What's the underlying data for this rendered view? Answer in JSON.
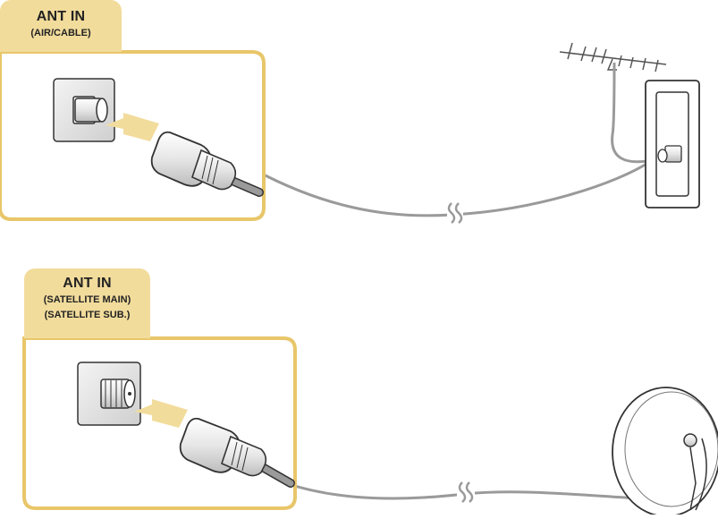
{
  "panel_top": {
    "title": "ANT IN",
    "subtitle_lines": [
      "(AIR/CABLE)"
    ]
  },
  "panel_bottom": {
    "title": "ANT IN",
    "subtitle_lines": [
      "(SATELLITE MAIN)",
      "(SATELLITE SUB.)"
    ]
  },
  "colors": {
    "panel_border": "#e8c66a",
    "panel_fill": "#f2dc9c",
    "cable": "#9a9a9a",
    "outline": "#333333",
    "arrow": "#f2dc9c"
  },
  "icons": {
    "top_source": "terrestrial-antenna-icon",
    "top_outlet": "wall-outlet-icon",
    "bottom_source": "satellite-dish-icon"
  }
}
